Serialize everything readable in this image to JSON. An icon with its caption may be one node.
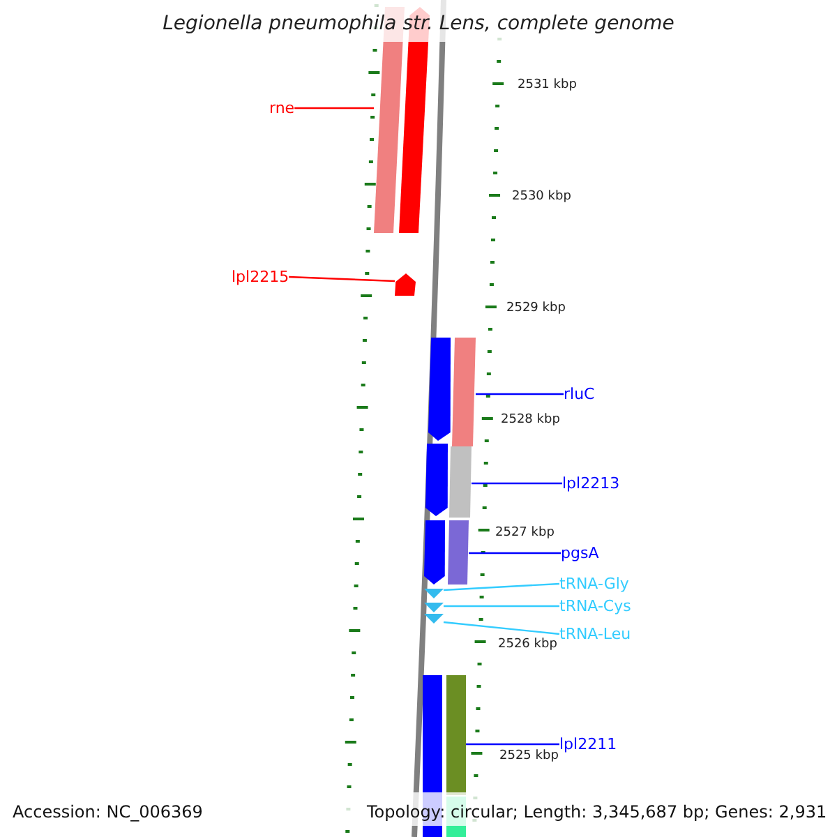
{
  "diagram": {
    "title": "Legionella pneumophila str. Lens, complete genome",
    "nodes": [
      {
        "text": [],
        "shape": "bar"
      },
      {
        "text": [],
        "shape": "arrow"
      },
      {
        "text": [
          "rne"
        ]
      },
      {
        "text": [
          "lpl2215"
        ]
      },
      {
        "text": [],
        "shape": "arrow"
      },
      {
        "text": [],
        "shape": "arrow"
      },
      {
        "text": [],
        "shape": "bar"
      },
      {
        "text": [
          "rluC"
        ]
      },
      {
        "text": [],
        "shape": "arrow"
      },
      {
        "text": [],
        "shape": "bar"
      },
      {
        "text": [
          "lpl2213"
        ]
      },
      {
        "text": [],
        "shape": "arrow"
      },
      {
        "text": [],
        "shape": "bar"
      },
      {
        "text": [
          "pgsA"
        ]
      },
      {
        "text": [],
        "shape": "arrow"
      },
      {
        "text": [
          "tRNA-Gly"
        ]
      },
      {
        "text": [],
        "shape": "arrow"
      },
      {
        "text": [
          "tRNA-Cys"
        ]
      },
      {
        "text": [],
        "shape": "arrow"
      },
      {
        "text": [
          "tRNA-Leu"
        ]
      },
      {
        "text": [],
        "shape": "bar"
      },
      {
        "text": [],
        "shape": "bar"
      },
      {
        "text": [
          "lpl2211"
        ]
      },
      {
        "text": [],
        "shape": "bar"
      }
    ],
    "edges": [
      {
        "from": 2,
        "to": 0,
        "arrow": "none",
        "color": "#ff0000"
      },
      {
        "from": 3,
        "to": 4,
        "arrow": "none",
        "color": "#ff0000"
      },
      {
        "from": 7,
        "to": 6,
        "arrow": "none"
      },
      {
        "from": 10,
        "to": 9,
        "arrow": "none"
      },
      {
        "from": 13,
        "to": 12,
        "arrow": "none"
      },
      {
        "from": 15,
        "to": 14,
        "arrow": "none",
        "color": "#33ccff"
      },
      {
        "from": 17,
        "to": 16,
        "arrow": "none",
        "color": "#33ccff"
      },
      {
        "from": 19,
        "to": 18,
        "arrow": "none",
        "color": "#33ccff"
      },
      {
        "from": 22,
        "to": 21,
        "arrow": "none"
      }
    ],
    "labels": [
      "2531 kbp",
      "2530 kbp",
      "2529 kbp",
      "2528 kbp",
      "2527 kbp",
      "2526 kbp",
      "2525 kbp",
      "Accession: NC_006369",
      "Topology: circular; Length: 3,345,687 bp; Genes: 2,931"
    ]
  }
}
